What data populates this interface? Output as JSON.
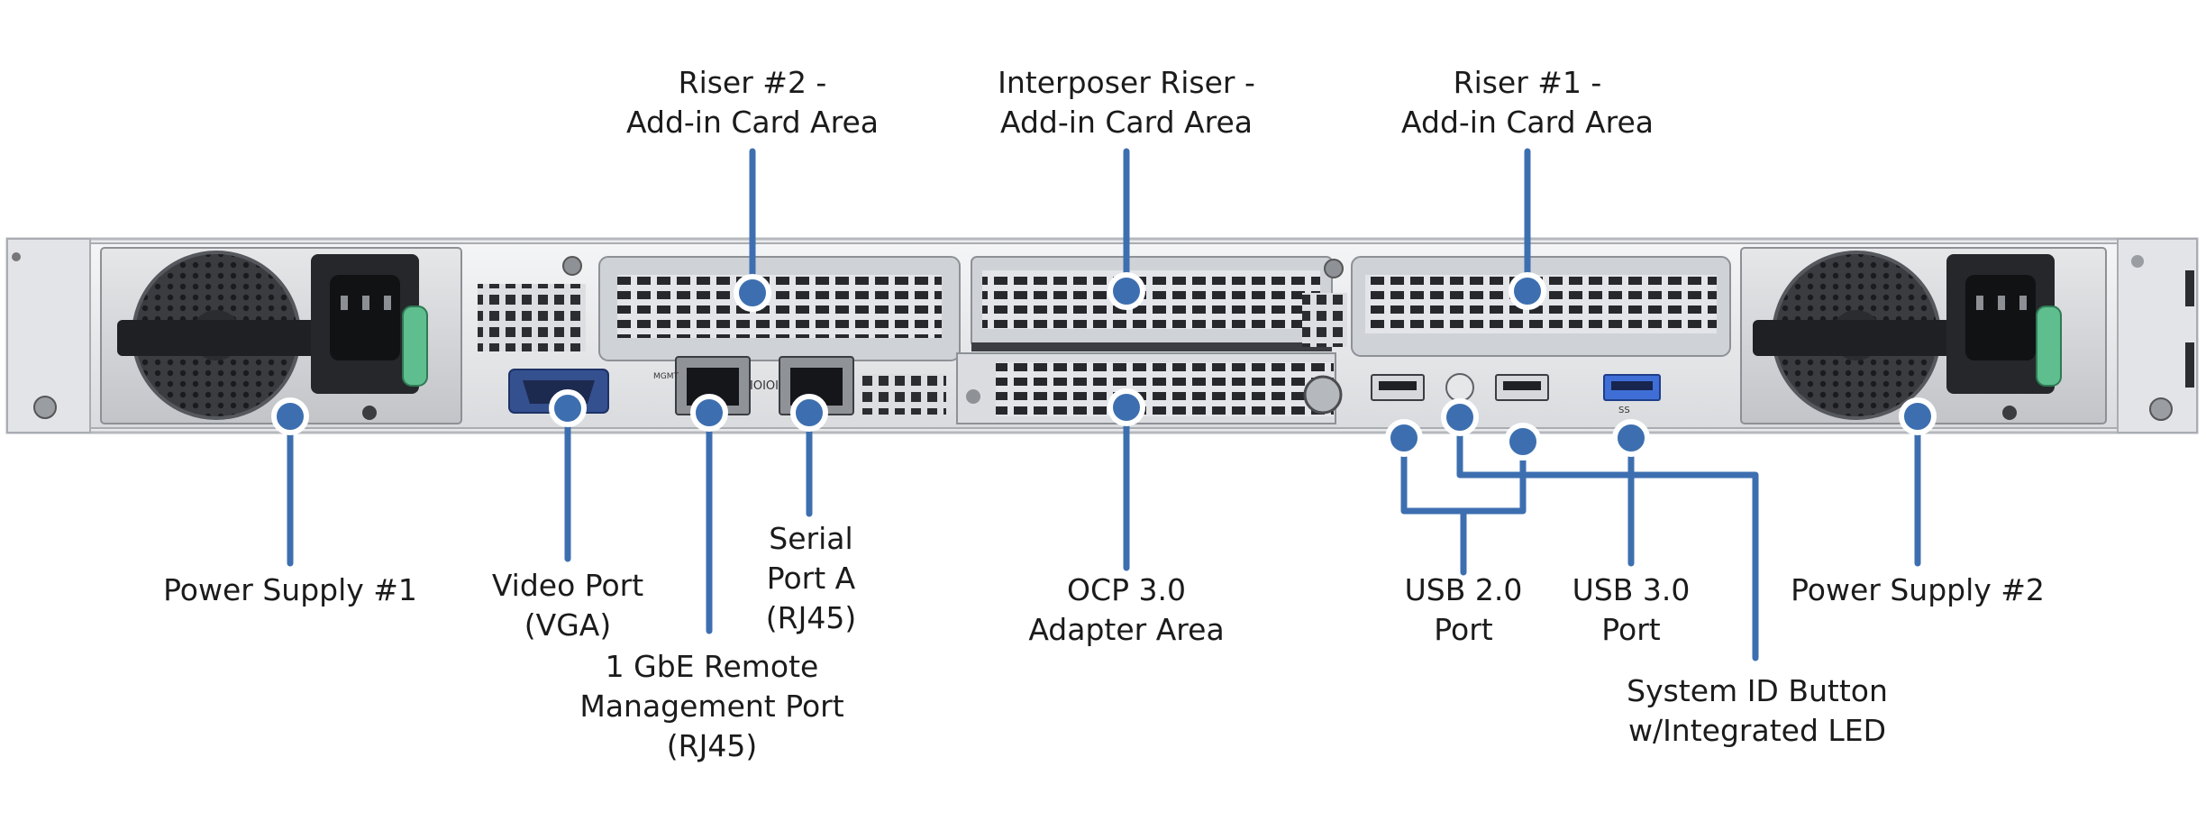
{
  "palette": {
    "callout_line": "#3d6fb0",
    "callout_dot": "#3d6fb0",
    "chassis_light": "#eceef0",
    "chassis_mid": "#c9ccd0",
    "chassis_dark": "#2a2c30",
    "handle_green": "#5fbe8e",
    "vga_blue": "#35508f",
    "usb3_blue": "#3f6ed6"
  },
  "callouts": {
    "riser2": {
      "lines": [
        "Riser #2 -",
        "Add-in Card Area"
      ]
    },
    "interposer": {
      "lines": [
        "Interposer Riser -",
        "Add-in Card Area"
      ]
    },
    "riser1": {
      "lines": [
        "Riser #1 -",
        "Add-in Card Area"
      ]
    },
    "psu1": {
      "lines": [
        "Power Supply #1"
      ]
    },
    "video": {
      "lines": [
        "Video Port",
        "(VGA)"
      ]
    },
    "mgmt": {
      "lines": [
        "1 GbE Remote",
        "Management Port",
        "(RJ45)"
      ]
    },
    "serial": {
      "lines": [
        "Serial",
        "Port A",
        "(RJ45)"
      ]
    },
    "ocp": {
      "lines": [
        "OCP 3.0",
        "Adapter Area"
      ]
    },
    "usb2": {
      "lines": [
        "USB 2.0",
        "Port"
      ]
    },
    "usb3": {
      "lines": [
        "USB 3.0",
        "Port"
      ]
    },
    "psu2": {
      "lines": [
        "Power Supply #2"
      ]
    },
    "sysid": {
      "lines": [
        "System ID Button",
        "w/Integrated LED"
      ]
    }
  },
  "port_marks": {
    "serial_glyph": "IOIOI",
    "mgmt_glyph": "MGMT",
    "usb3_glyph": "SS"
  }
}
